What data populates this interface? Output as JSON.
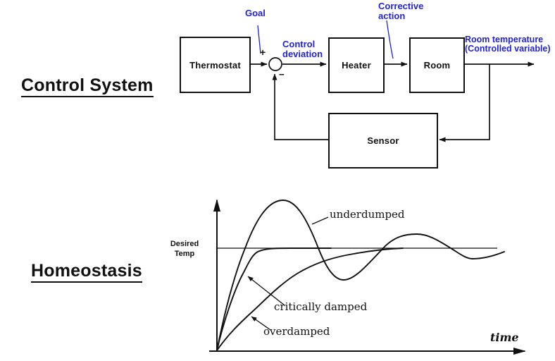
{
  "headings": {
    "control_system": "Control System",
    "homeostasis": "Homeostasis"
  },
  "diagram": {
    "blocks": {
      "thermostat": "Thermostat",
      "heater": "Heater",
      "room": "Room",
      "sensor": "Sensor"
    },
    "annotations": {
      "goal": "Goal",
      "control_deviation": "Control\ndeviation",
      "corrective_action": "Corrective\naction",
      "room_temperature": "Room temperature\n(Controlled variable)"
    },
    "signs": {
      "plus": "+",
      "minus": "--"
    },
    "annotation_color": "#2222d8"
  },
  "chart_data": {
    "type": "line",
    "xlabel": "time",
    "ylabel": "",
    "reference_label": "Desired\nTemp",
    "grid": false,
    "series": [
      {
        "name": "underdumped",
        "shape": "rises steeply, overshoots desired temp (peak well above line), oscillates around it with decreasing amplitude"
      },
      {
        "name": "critically damped",
        "shape": "rises steeply then settles exactly on desired temp with no overshoot"
      },
      {
        "name": "overdamped",
        "shape": "rises slowly and gradually approaches desired temp from below, no overshoot"
      }
    ]
  }
}
